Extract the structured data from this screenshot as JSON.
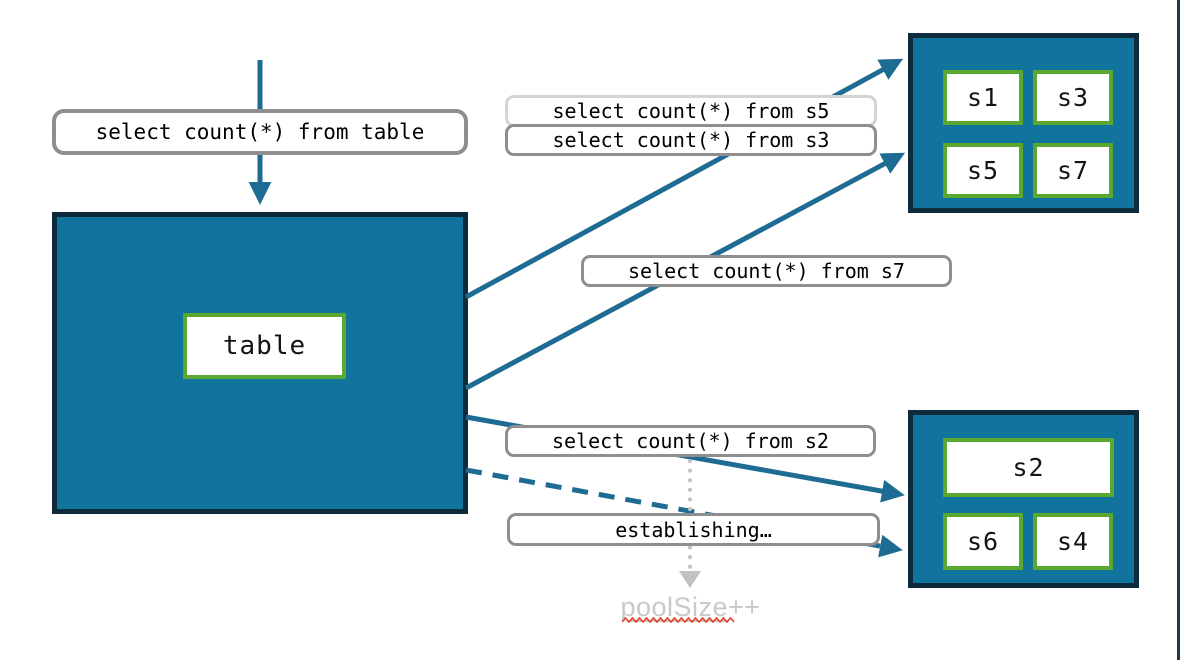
{
  "colors": {
    "node_fill_teal": "#11749C",
    "node_border_dark": "#0E2B3C",
    "inner_border_green": "#5BA831",
    "arrow_blue": "#1E6B94",
    "label_border_gray": "#8E8E8E",
    "label_border_light": "#D4D4D4",
    "dotted_arrow_gray": "#C1C1C1",
    "pool_text_gray": "#C9C9C9",
    "spellcheck_red": "#E5402D"
  },
  "queries": {
    "table": "select count(*) from table",
    "s5": "select count(*) from s5",
    "s3": "select count(*) from s3",
    "s7": "select count(*) from s7",
    "s2": "select count(*) from s2",
    "establishing": "establishing…"
  },
  "table_box": {
    "label": "table"
  },
  "shard_groups": {
    "top": {
      "shards": [
        "s1",
        "s3",
        "s5",
        "s7"
      ]
    },
    "bottom": {
      "shards": [
        "s2",
        "s6",
        "s4"
      ]
    }
  },
  "pool": {
    "word": "poolSize",
    "suffix": "++"
  }
}
